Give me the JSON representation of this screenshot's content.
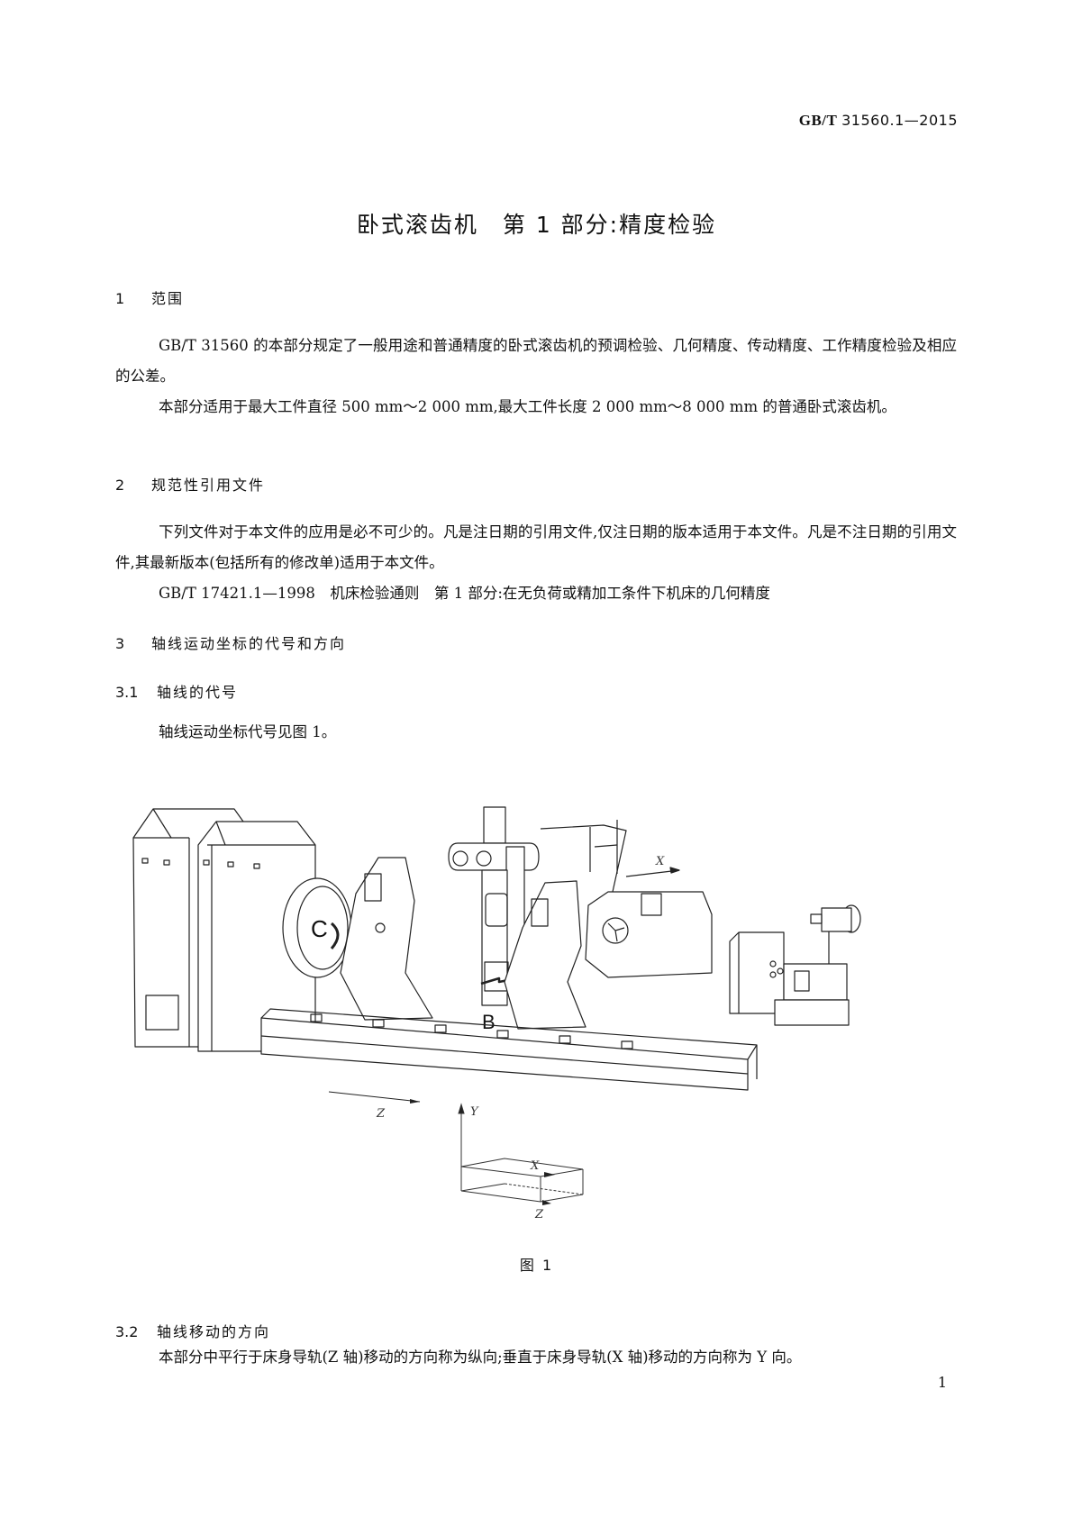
{
  "header": {
    "standard_prefix": "GB/T",
    "standard_number": "31560.1—2015"
  },
  "title": "卧式滚齿机　第 1 部分:精度检验",
  "sections": [
    {
      "number": "1",
      "heading": "范围",
      "paragraphs": [
        "GB/T 31560 的本部分规定了一般用途和普通精度的卧式滚齿机的预调检验、几何精度、传动精度、工作精度检验及相应的公差。",
        "本部分适用于最大工件直径 500 mm～2 000 mm,最大工件长度 2 000 mm～8 000 mm 的普通卧式滚齿机。"
      ]
    },
    {
      "number": "2",
      "heading": "规范性引用文件",
      "paragraphs": [
        "下列文件对于本文件的应用是必不可少的。凡是注日期的引用文件,仅注日期的版本适用于本文件。凡是不注日期的引用文件,其最新版本(包括所有的修改单)适用于本文件。",
        "GB/T 17421.1—1998　机床检验通则　第 1 部分:在无负荷或精加工条件下机床的几何精度"
      ]
    },
    {
      "number": "3",
      "heading": "轴线运动坐标的代号和方向"
    },
    {
      "number": "3.1",
      "heading": "轴线的代号",
      "paragraphs": [
        "轴线运动坐标代号见图 1。"
      ]
    },
    {
      "number": "3.2",
      "heading": "轴线移动的方向",
      "paragraphs": [
        "本部分中平行于床身导轨(Z 轴)移动的方向称为纵向;垂直于床身导轨(X 轴)移动的方向称为 Y 向。"
      ]
    }
  ],
  "figure": {
    "caption": "图 1",
    "labels": {
      "x_axis": "X",
      "z_axis": "Z",
      "y_axis": "Y",
      "rotation_c": "C",
      "rotation_b": "B",
      "coord_x": "X",
      "coord_y": "Y",
      "coord_z": "Z"
    }
  },
  "page_number": "1"
}
